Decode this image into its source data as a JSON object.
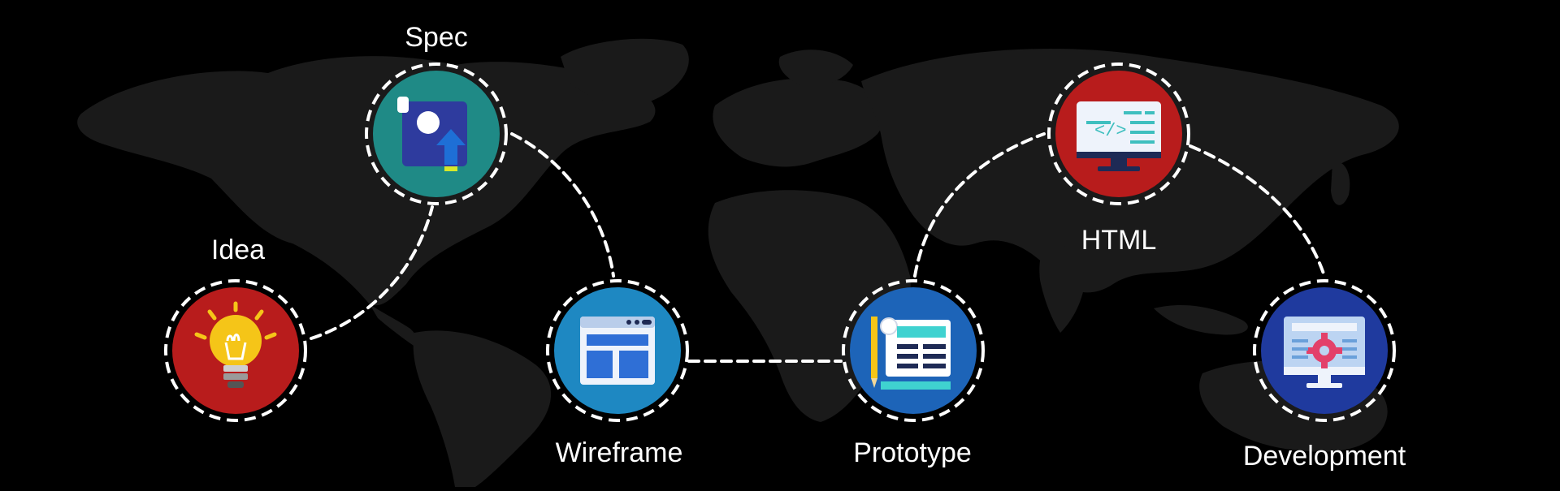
{
  "steps": [
    {
      "id": "idea",
      "label": "Idea",
      "icon": "lightbulb-icon",
      "color": "#b81c1c"
    },
    {
      "id": "spec",
      "label": "Spec",
      "icon": "spec-document-upload-icon",
      "color": "#1f8a86"
    },
    {
      "id": "wireframe",
      "label": "Wireframe",
      "icon": "wireframe-browser-icon",
      "color": "#1e88c2"
    },
    {
      "id": "prototype",
      "label": "Prototype",
      "icon": "blueprint-prototype-icon",
      "color": "#1d64b8"
    },
    {
      "id": "html",
      "label": "HTML",
      "icon": "code-monitor-icon",
      "color": "#b81c1c"
    },
    {
      "id": "development",
      "label": "Development",
      "icon": "gear-monitor-icon",
      "color": "#1f3a9e"
    }
  ],
  "colors": {
    "background": "#000000",
    "map": "#1a1a1a",
    "connector": "#ffffff",
    "label": "#ffffff"
  }
}
